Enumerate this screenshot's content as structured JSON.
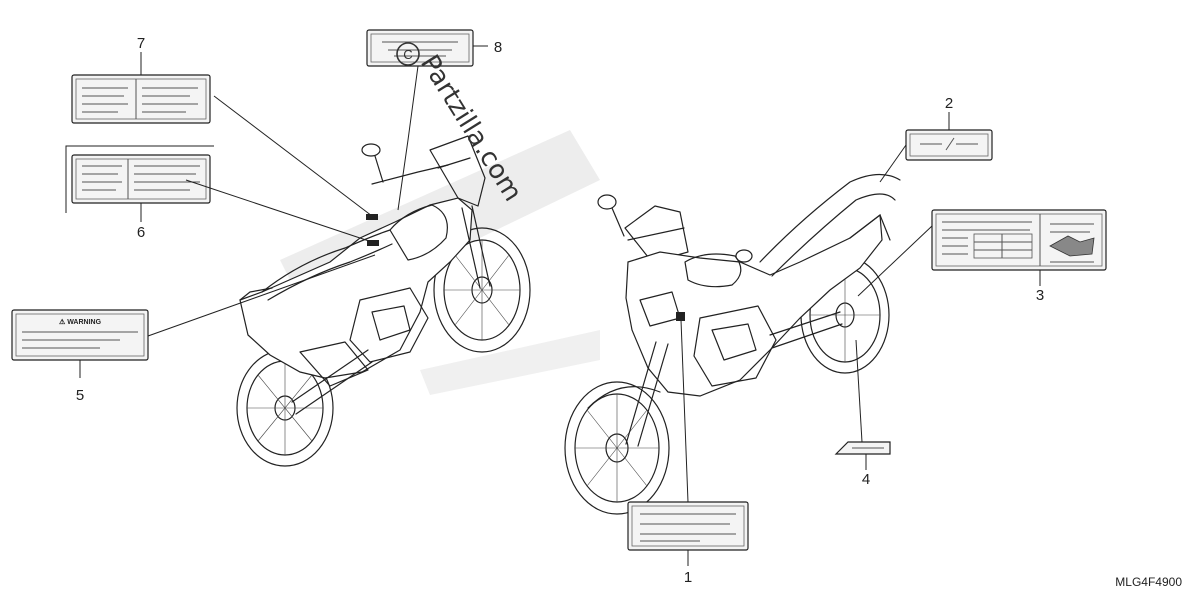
{
  "diagram": {
    "code": "MLG4F4900",
    "watermark": "Partzilla.com",
    "watermark_symbol": "©",
    "warning_label_text": "⚠ WARNING",
    "callouts": [
      "1",
      "2",
      "3",
      "4",
      "5",
      "6",
      "7",
      "8"
    ]
  }
}
